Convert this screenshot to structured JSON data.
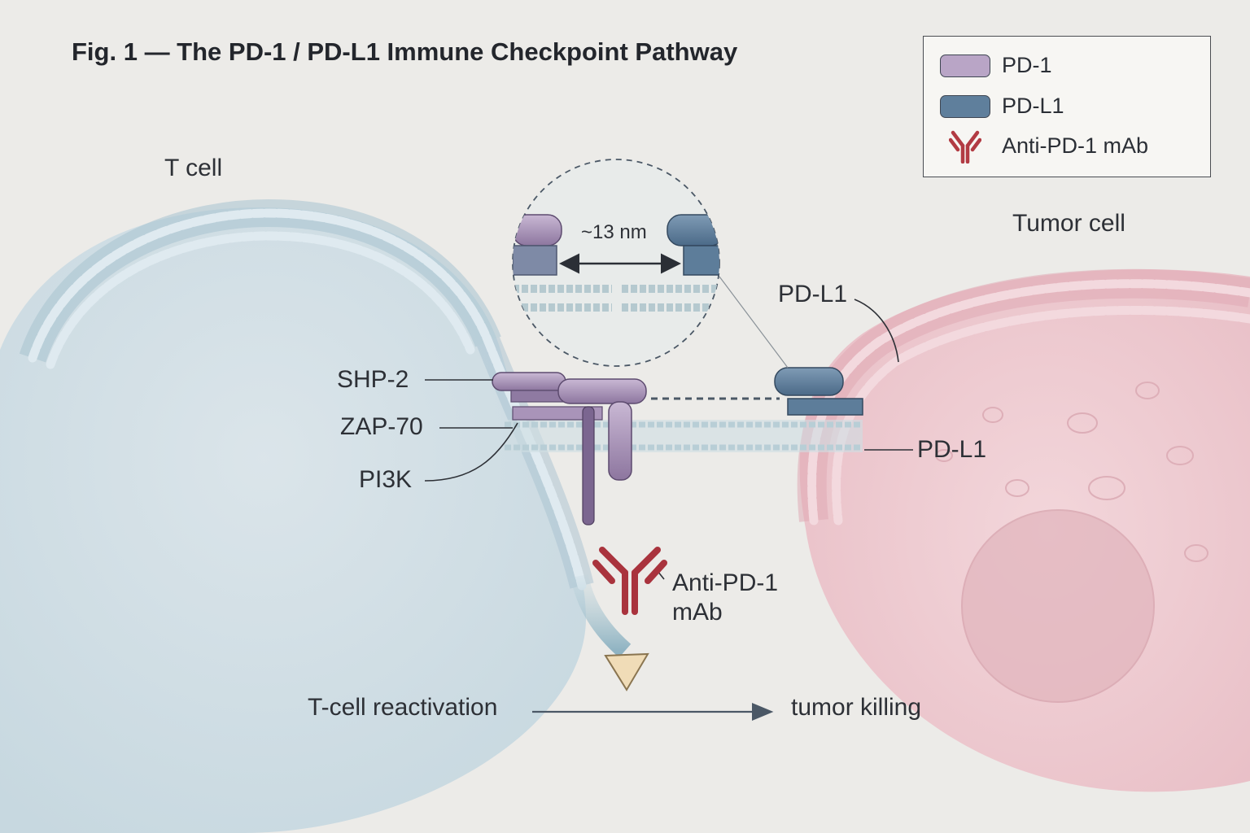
{
  "title": "Fig. 1 — The PD-1 / PD-L1 Immune Checkpoint Pathway",
  "legend": {
    "items": [
      {
        "label": "PD-1",
        "color": "#b9a5c6"
      },
      {
        "label": "PD-L1",
        "color": "#5f7f9c"
      },
      {
        "label": "Anti-PD-1 mAb",
        "color": "#b23b43"
      }
    ]
  },
  "cells": {
    "t_cell": {
      "label": "T cell",
      "color": "#cfdde4"
    },
    "tumor_cell": {
      "label": "Tumor cell",
      "color": "#ecc5cc"
    }
  },
  "zoom": {
    "distance": "~13 nm"
  },
  "signaling": {
    "shp2": "SHP-2",
    "zap70": "ZAP-70",
    "pi3k": "PI3K"
  },
  "tumor_labels": {
    "pdl1_top": "PD-L1",
    "pdl1_side": "PD-L1"
  },
  "antibody": {
    "line1": "Anti-PD-1",
    "line2": "mAb"
  },
  "outcome": {
    "reactivation": "T-cell reactivation",
    "killing": "tumor killing"
  }
}
